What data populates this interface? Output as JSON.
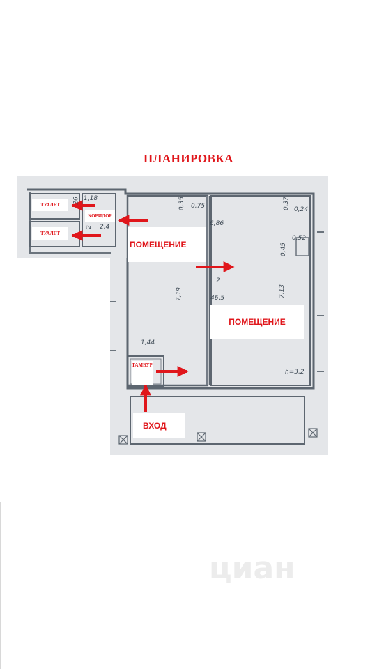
{
  "title": "ПЛАНИРОВКА",
  "labels": {
    "toilet_1": "ТУАЛЕТ",
    "toilet_2": "ТУАЛЕТ",
    "corridor": "КОРИДОР",
    "room_1": "ПОМЕЩЕНИЕ",
    "room_2": "ПОМЕЩЕНИЕ",
    "vestibule": "ТАМБУР",
    "entrance": "ВХОД"
  },
  "dimensions": {
    "d_1_18": "1,18",
    "d_2_4": "2,4",
    "d_0_26": "26",
    "d_2": "2",
    "d_0_35": "0,35",
    "d_0_75": "0,75",
    "d_6_86": "6,86",
    "d_0_37": "0,37",
    "d_0_24": "0,24",
    "d_0_52": "0,52",
    "d_0_45": "0,45",
    "d_2b": "2",
    "d_46_5": "46,5",
    "d_7_19": "7,19",
    "d_7_13": "7,13",
    "d_1_44": "1,44",
    "d_h": "h=3,2"
  },
  "watermark": "циан",
  "colors": {
    "label_red": "#e0161b",
    "plan_bg": "#e5e7ea",
    "wall": "#5d6670"
  }
}
